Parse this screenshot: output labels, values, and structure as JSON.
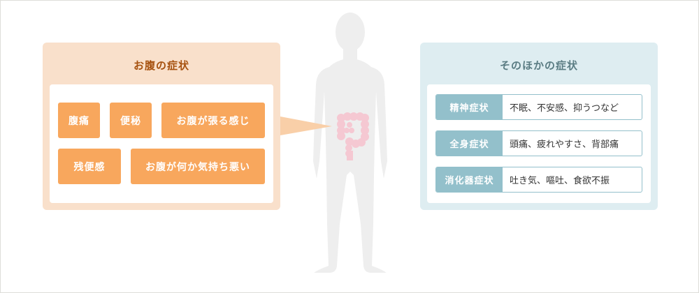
{
  "colors": {
    "abdomen_panel_bg": "#f9e0cb",
    "abdomen_title": "#a6510f",
    "abdomen_tag_bg": "#f8a75d",
    "other_panel_bg": "#deedf1",
    "other_title": "#5a7c83",
    "other_label_bg": "#93c0cb",
    "body_silhouette": "#eeeeee",
    "intestine": "#f5c8d2",
    "callout": "#f9cfa8"
  },
  "abdomen_panel": {
    "title": "お腹の症状",
    "tags": [
      {
        "label": "腹痛"
      },
      {
        "label": "便秘"
      },
      {
        "label": "お腹が張る感じ"
      },
      {
        "label": "残便感"
      },
      {
        "label": "お腹が何か気持ち悪い"
      }
    ]
  },
  "other_panel": {
    "title": "そのほかの症状",
    "rows": [
      {
        "label": "精神症状",
        "value": "不眠、不安感、抑うつなど"
      },
      {
        "label": "全身症状",
        "value": "頭痛、疲れやすさ、背部痛"
      },
      {
        "label": "消化器症状",
        "value": "吐き気、嘔吐、食欲不振"
      }
    ]
  },
  "figure": {
    "icon": "human-body-silhouette",
    "organ": "large-intestine"
  }
}
